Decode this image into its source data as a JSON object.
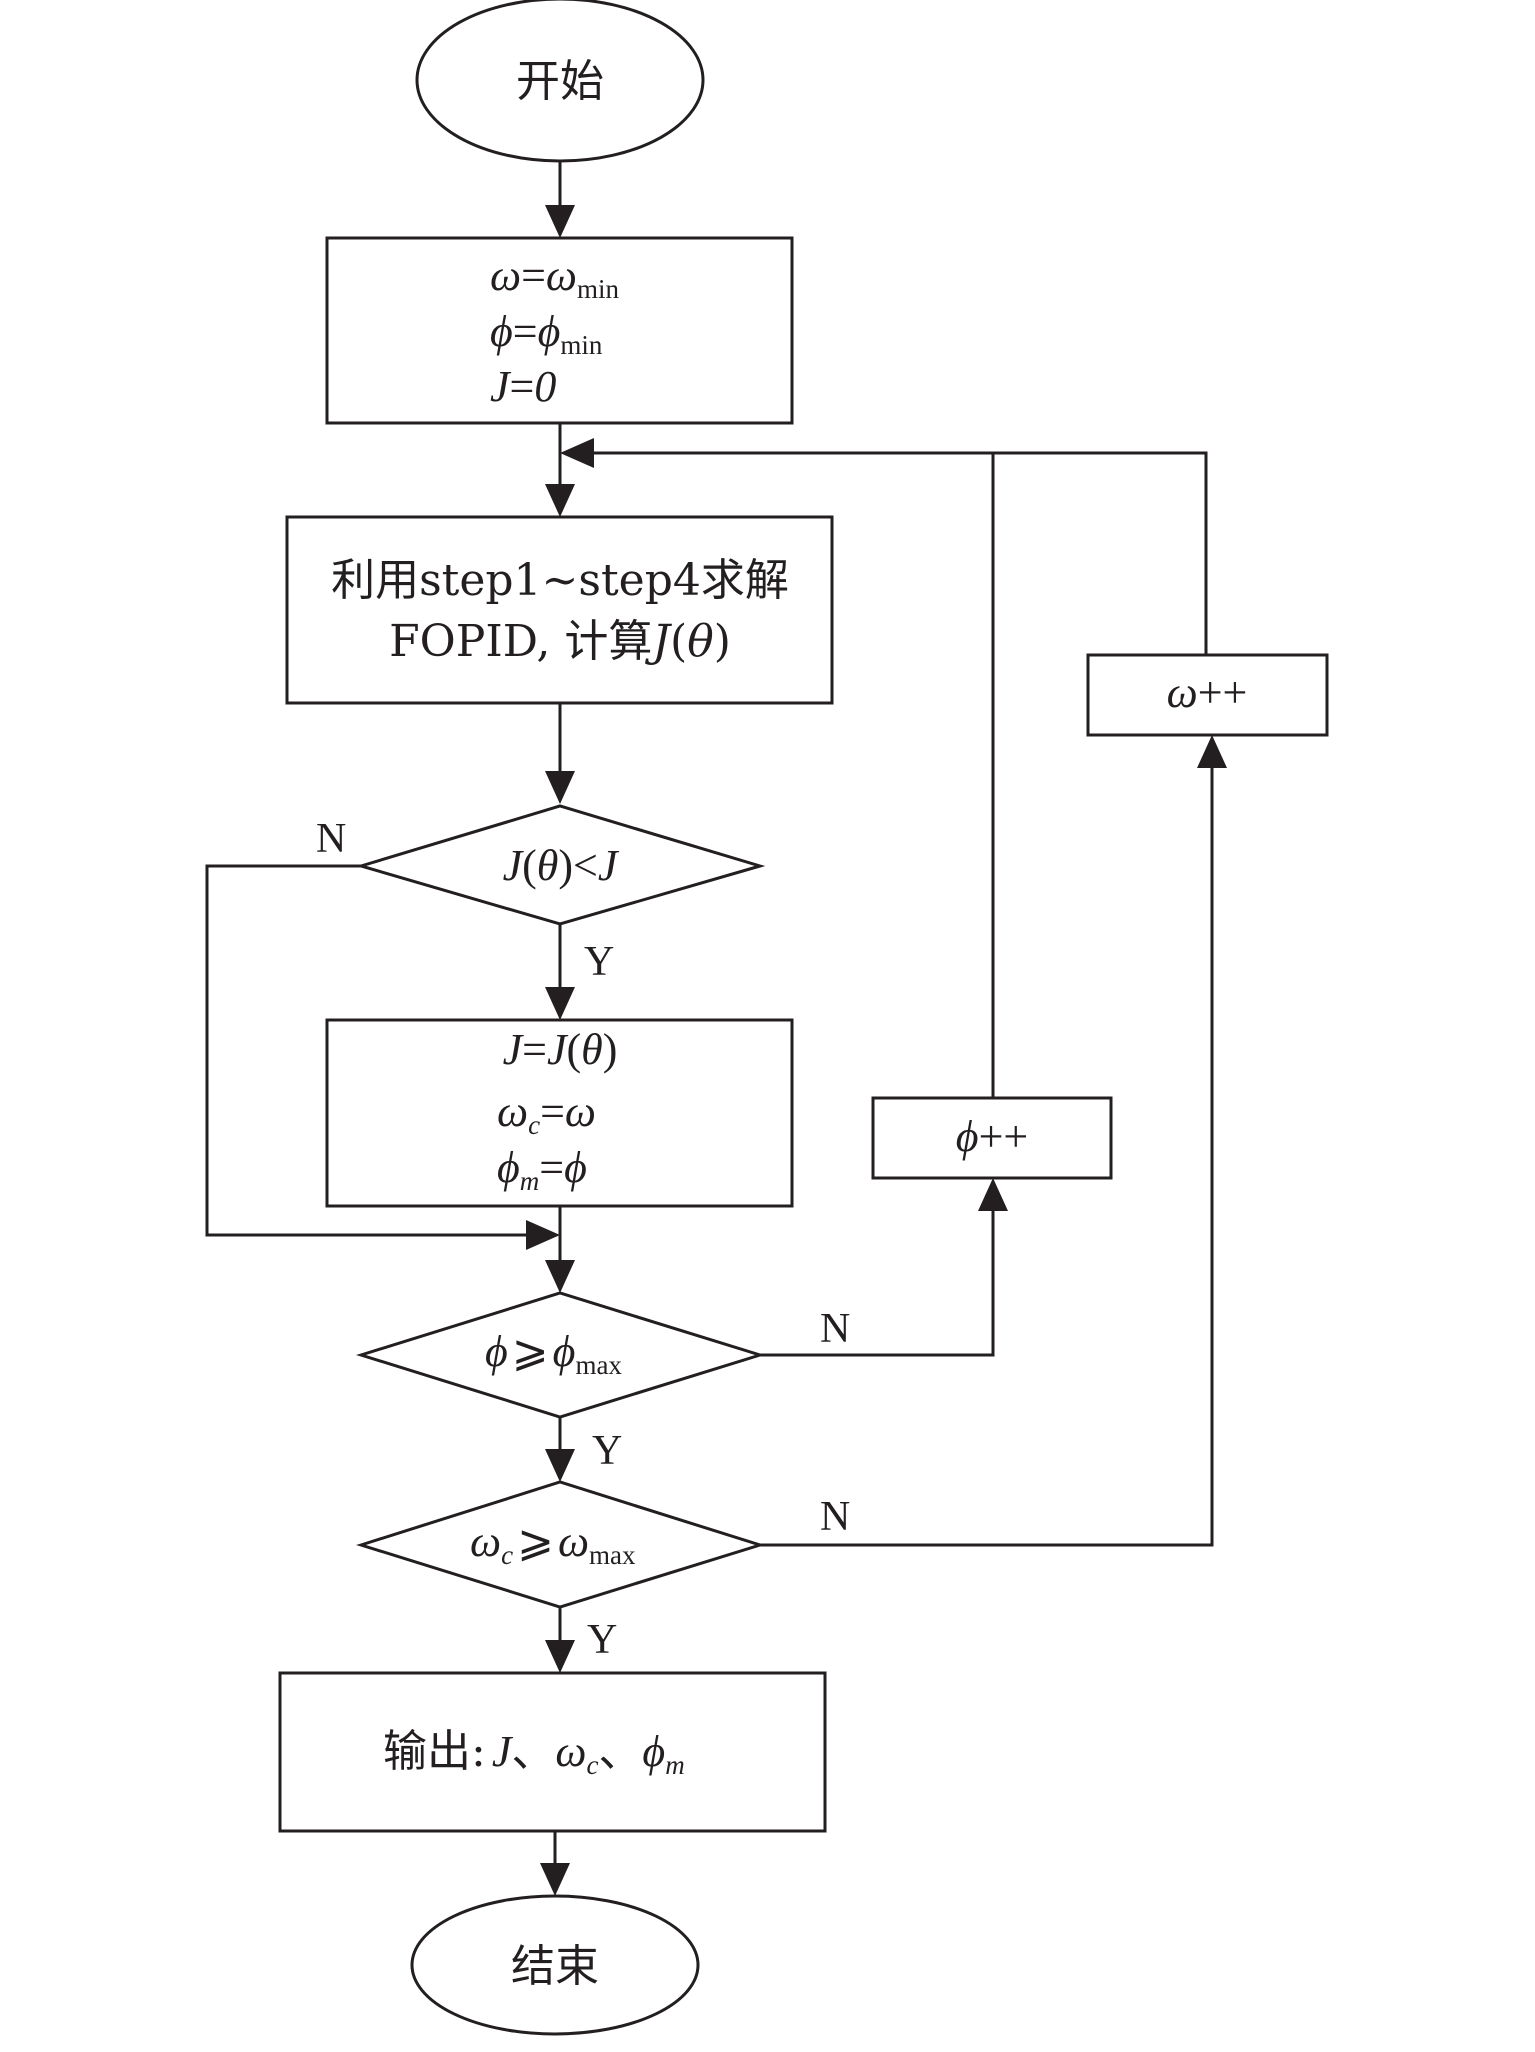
{
  "nodes": {
    "start": {
      "text": "开始"
    },
    "init": {
      "line1": {
        "var": "ω",
        "eq": "=",
        "rhs": "ω",
        "rhs_sub": "min"
      },
      "line2": {
        "var": "ϕ",
        "eq": "=",
        "rhs": "ϕ",
        "rhs_sub": "min"
      },
      "line3": {
        "var": "J",
        "eq": "=",
        "rhs": "0"
      }
    },
    "solve": {
      "line1": "利用step1~step4求解",
      "line2_a": "FOPID, 计算",
      "line2_j": "J",
      "line2_b": "(",
      "line2_theta": "θ",
      "line2_c": ")"
    },
    "cond_j": {
      "j1": "J",
      "p1": "(",
      "theta": "θ",
      "p2": ")<",
      "j2": "J"
    },
    "update": {
      "line1": {
        "j1": "J",
        "eq": "=",
        "j2": "J",
        "p1": "(",
        "theta": "θ",
        "p2": ")"
      },
      "line2": {
        "var": "ω",
        "sub": "c",
        "eq": "=",
        "rhs": "ω"
      },
      "line3": {
        "var": "ϕ",
        "sub": "m",
        "eq": "=",
        "rhs": "ϕ"
      }
    },
    "phi_inc": {
      "var": "ϕ",
      "op": "++"
    },
    "omega_inc": {
      "var": "ω",
      "op": "++"
    },
    "cond_phi": {
      "var": "ϕ",
      "op": "⩾",
      "rhs": "ϕ",
      "rhs_sub": "max"
    },
    "cond_omega": {
      "var": "ω",
      "sub": "c",
      "op": "⩾",
      "rhs": "ω",
      "rhs_sub": "max"
    },
    "output": {
      "prefix": "输出:",
      "j": "J",
      "sep1": "、",
      "w": "ω",
      "w_sub": "c",
      "sep2": "、",
      "p": "ϕ",
      "p_sub": "m"
    },
    "end": {
      "text": "结束"
    }
  },
  "labels": {
    "cond_j_no": "N",
    "cond_j_yes": "Y",
    "cond_phi_no": "N",
    "cond_phi_yes": "Y",
    "cond_omega_no": "N",
    "cond_omega_yes": "Y"
  }
}
